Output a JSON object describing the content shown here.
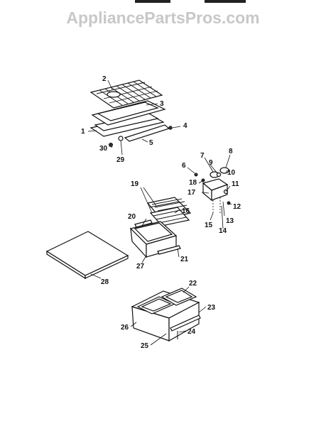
{
  "watermark": {
    "text": "AppliancePartsPros.com"
  },
  "callouts": [
    "1",
    "2",
    "3",
    "4",
    "5",
    "6",
    "7",
    "8",
    "9",
    "10",
    "11",
    "12",
    "13",
    "14",
    "15",
    "16",
    "17",
    "18",
    "19",
    "20",
    "21",
    "22",
    "23",
    "24",
    "25",
    "26",
    "27",
    "28",
    "29",
    "30"
  ],
  "colors": {
    "ink": "#111111",
    "watermark": "#c8c8c8",
    "background": "#ffffff"
  }
}
